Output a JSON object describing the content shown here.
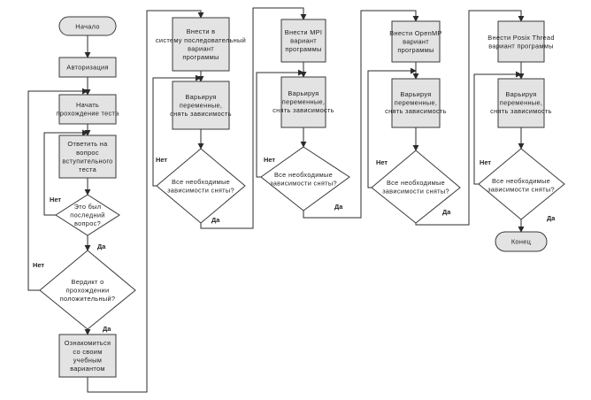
{
  "nodes": {
    "start": "Начало",
    "auth": "Авторизация",
    "begin_test": "Начать прохождение теста",
    "answer": "Ответить на вопрос вступительного теста",
    "last_q": "Это был последний вопрос?",
    "passed": "Вердикт о прохождении положительный?",
    "learn": "Ознакомиться со своим учебным вариантом",
    "enter_seq": "Внести в систему последовательный вариант программы",
    "vary1": "Варьируя переменные, снять зависимость",
    "dep1": "Все необходимые зависимости сняты?",
    "enter_mpi": "Внести MPI вариант программы",
    "vary2": "Варьируя переменные, снять зависимость",
    "dep2": "Все необходимые зависимости сняты?",
    "enter_omp": "Внести OpenMP вариант программы",
    "vary3": "Варьируя переменные, снять зависимость",
    "dep3": "Все необходимые зависимости сняты?",
    "enter_posix": "Внести Posix Thread вариант программы",
    "vary4": "Варьируя переменные, снять зависимость",
    "dep4": "Все необходимые зависимости сняты?",
    "end": "Конец"
  },
  "labels": {
    "yes": "Да",
    "no": "Нет"
  }
}
